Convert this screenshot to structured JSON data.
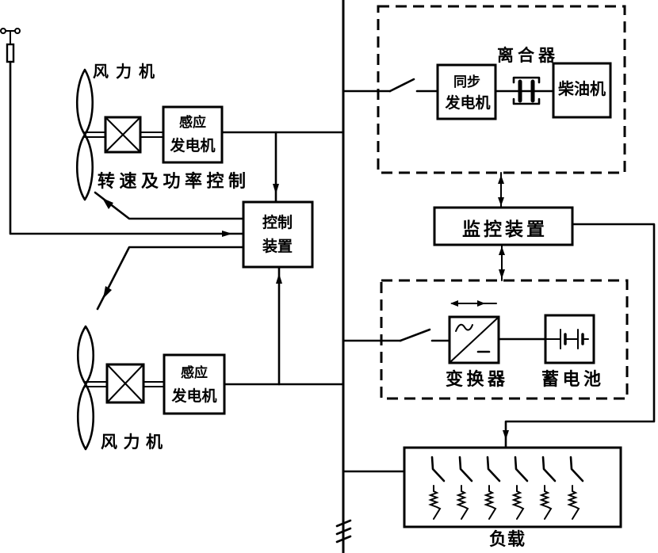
{
  "wind_subsystem": {
    "turbine_top_label": "风力机",
    "turbine_bottom_label": "风力机",
    "generator_top": {
      "line1": "感应",
      "line2": "发电机"
    },
    "generator_bottom": {
      "line1": "感应",
      "line2": "发电机"
    },
    "speed_power_control_label": "转速及功率控制",
    "control_device": {
      "line1": "控制",
      "line2": "装置"
    }
  },
  "diesel_subsystem": {
    "clutch_label": "离合器",
    "sync_generator": {
      "line1": "同步",
      "line2": "发电机"
    },
    "diesel_engine_label": "柴油机"
  },
  "monitor_device_label": "监控装置",
  "storage_subsystem": {
    "converter_label": "变换器",
    "converter_symbols": {
      "ac": "~",
      "dc": "−"
    },
    "battery_label": "蓄电池"
  },
  "load": {
    "label": "负载",
    "branch_count": 6
  },
  "icons": {
    "anemometer": "anemometer-icon",
    "gearbox": "gearbox-icon",
    "clutch": "clutch-icon",
    "battery": "battery-icon",
    "switch": "switch-icon",
    "resistor": "resistor-icon",
    "three_phase": "three-phase-bus-icon"
  },
  "connections": [
    {
      "from": "anemometer",
      "to": "control_device",
      "direction": "to"
    },
    {
      "from": "generator_top",
      "to": "control_device",
      "direction": "to"
    },
    {
      "from": "generator_bottom",
      "to": "control_device",
      "direction": "to"
    },
    {
      "from": "control_device",
      "to": "turbine_top",
      "direction": "to",
      "label": "转速及功率控制"
    },
    {
      "from": "control_device",
      "to": "turbine_bottom",
      "direction": "to"
    },
    {
      "from": "generator_top",
      "to": "ac_bus"
    },
    {
      "from": "generator_bottom",
      "to": "ac_bus"
    },
    {
      "from": "ac_bus",
      "to": "sync_generator",
      "via": "switch"
    },
    {
      "from": "sync_generator",
      "to": "diesel_engine",
      "via": "clutch"
    },
    {
      "from": "diesel_subsystem",
      "to": "monitor_device",
      "direction": "both"
    },
    {
      "from": "monitor_device",
      "to": "storage_subsystem",
      "direction": "both"
    },
    {
      "from": "monitor_device",
      "to": "load",
      "direction": "to"
    },
    {
      "from": "ac_bus",
      "to": "converter",
      "via": "switch"
    },
    {
      "from": "converter",
      "to": "battery",
      "direction": "both"
    },
    {
      "from": "ac_bus",
      "to": "load"
    }
  ],
  "colors": {
    "ink": "#000000",
    "background": "#ffffff"
  }
}
